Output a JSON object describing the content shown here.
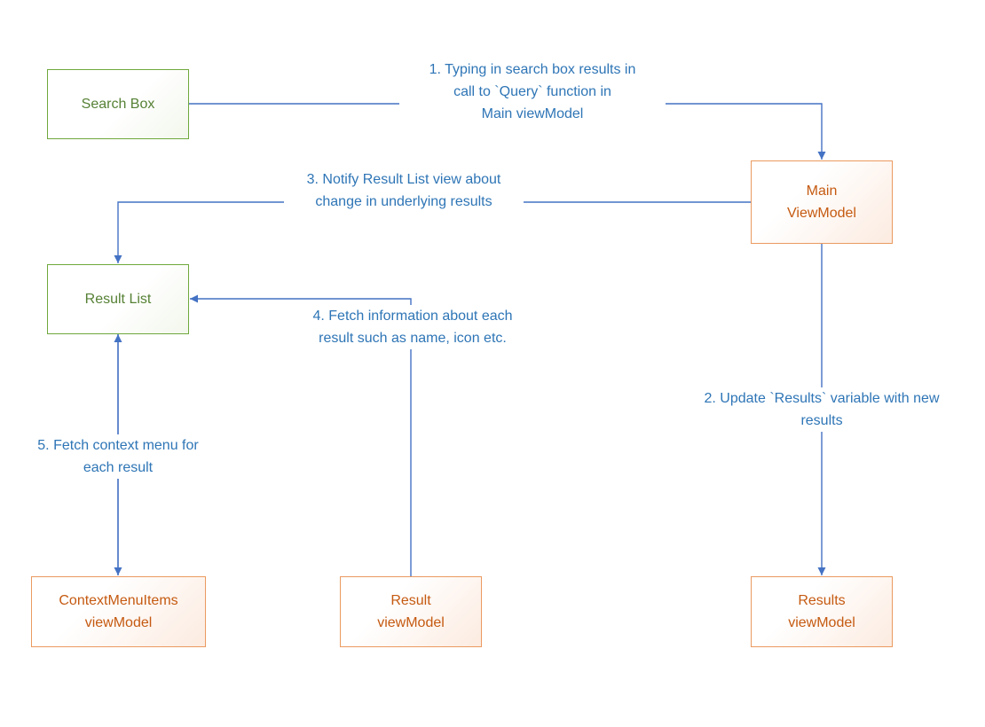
{
  "diagram": {
    "nodes": {
      "search_box": {
        "label": "Search Box"
      },
      "main_viewmodel": {
        "line1": "Main",
        "line2": "ViewModel"
      },
      "result_list": {
        "label": "Result List"
      },
      "contextmenuitems_viewmodel": {
        "line1": "ContextMenuItems",
        "line2": "viewModel"
      },
      "result_viewmodel": {
        "line1": "Result",
        "line2": "viewModel"
      },
      "results_viewmodel": {
        "line1": "Results",
        "line2": "viewModel"
      }
    },
    "annotations": {
      "step1": {
        "lines": [
          "1. Typing in search box results in",
          "call to `Query` function in",
          "Main viewModel"
        ]
      },
      "step2": {
        "lines": [
          "2. Update `Results` variable with new",
          "results"
        ]
      },
      "step3": {
        "lines": [
          "3. Notify Result List view about",
          "change in underlying results"
        ]
      },
      "step4": {
        "lines": [
          "4. Fetch information about each",
          "result such as name, icon etc."
        ]
      },
      "step5": {
        "lines": [
          "5. Fetch context menu for",
          "each result"
        ]
      }
    },
    "colors": {
      "green_border": "#6fa83c",
      "green_text": "#568135",
      "orange_border": "#eb9a60",
      "orange_text": "#c55a11",
      "connector_blue": "#4472c4",
      "annotation_blue": "#2e75b6"
    }
  }
}
